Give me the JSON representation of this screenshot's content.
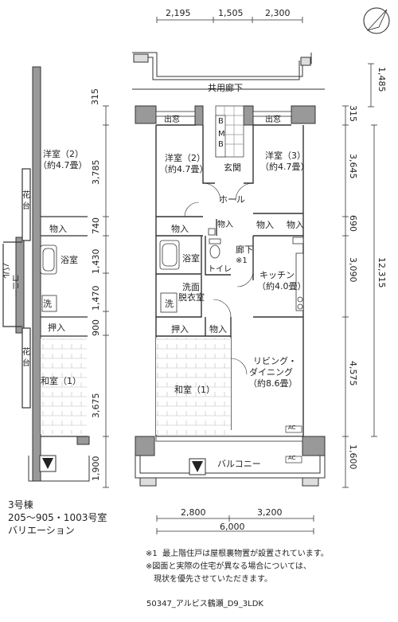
{
  "plan": {
    "dims_top": [
      "2,195",
      "1,505",
      "2,300"
    ],
    "dims_left": [
      "315",
      "3,785",
      "740",
      "1,430",
      "1,470",
      "900",
      "3,675",
      "1,900"
    ],
    "dims_right": [
      "1,485",
      "315",
      "3,645",
      "690",
      "3,090",
      "12,315",
      "4,575",
      "1,600"
    ],
    "dims_bottom": [
      "2,800",
      "3,200",
      "6,000"
    ],
    "corridor": "共用廊下",
    "rooms": {
      "window_left": "出窓",
      "window_right": "出窓",
      "ps_b": "B",
      "ps_m": "M",
      "ps_b2": "B",
      "yoshitsu2_name": "洋室（2）",
      "yoshitsu2_size": "（約4.7畳）",
      "yoshitsu3_name": "洋室（3）",
      "yoshitsu3_size": "（約4.7畳）",
      "genkan": "玄関",
      "hall": "ホール",
      "closet_a": "物入",
      "closet_b": "物入",
      "closet_c": "物入",
      "closet_d": "物入",
      "closet_e": "物入",
      "bath": "浴室",
      "toilet": "トイレ",
      "rouka": "廊下",
      "note_mark": "※1",
      "kitchen_name": "キッチン",
      "kitchen_size": "（約4.0畳）",
      "senmen1": "洗面",
      "senmen2": "脱衣室",
      "wash": "洗",
      "oshiire": "押入",
      "living1": "リビング・",
      "living2": "ダイニング",
      "living3": "（約8.6畳）",
      "washitsu": "和室（1）",
      "balcony": "バルコニー",
      "ac1": "AC",
      "ac2": "AC"
    },
    "variation": {
      "yoshitsu2_name": "洋室（2）",
      "yoshitsu2_size": "（約4.7畳）",
      "flower1": "花",
      "flower2": "台",
      "closet": "物入",
      "bath": "浴室",
      "balcony_v1": "バル",
      "balcony_v2": "コニー",
      "wash": "洗",
      "oshiire": "押入",
      "flower3": "花",
      "flower4": "台",
      "washitsu": "和室（1）"
    }
  },
  "info": {
    "building": "3号棟",
    "units": "205～905・1003号室",
    "variation": "バリエーション"
  },
  "notes": {
    "note1": "※1  最上階住戸は屋根裏物置が設置されています。",
    "note2": "※図面と実際の住宅が異なる場合については、",
    "note3": "　現状を優先させていただきます。"
  },
  "footer": {
    "code": "50347_アルビス鶴瀬_D9_3LDK"
  },
  "icons": {
    "compass": "north-arrow-icon",
    "entrance": "entrance-arrow-icon"
  }
}
